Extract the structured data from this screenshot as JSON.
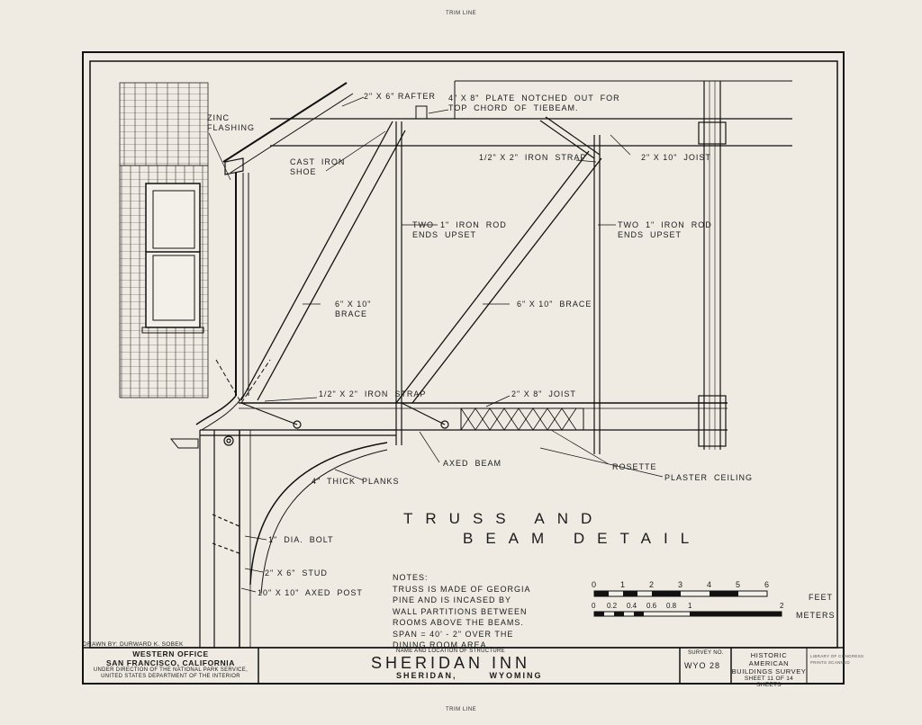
{
  "trim_line": "TRIM LINE",
  "drawing_title": {
    "line1": "TRUSS   AND",
    "line2": "BEAM   DETAIL"
  },
  "labels": {
    "rafter": "2\" X 6\" RAFTER",
    "plate": "4\" X 8\"  PLATE  NOTCHED  OUT  FOR\nTOP  CHORD  OF  TIEBEAM.",
    "zinc": "ZINC\nFLASHING",
    "shoe": "CAST  IRON\nSHOE",
    "strap_top": "1/2\" X 2\"  IRON  STRAP",
    "joist_top": "2\" X 10\"  JOIST",
    "rod_left": "TWO  1\"  IRON  ROD\nENDS  UPSET",
    "rod_right": "TWO  1\"  IRON  ROD\nENDS  UPSET",
    "brace_left": "6\" X 10\"\nBRACE",
    "brace_right": "6\" X 10\"  BRACE",
    "strap_bottom": "1/2\" X 2\"  IRON  STRAP",
    "joist_bottom": "2\" X 8\"  JOIST",
    "axed_beam": "AXED  BEAM",
    "rosette": "ROSETTE",
    "plaster": "PLASTER  CEILING",
    "planks": "4\"  THICK  PLANKS",
    "bolt": "1\"  DIA.  BOLT",
    "stud": "2\" X 6\"  STUD",
    "post": "10\" X 10\"  AXED  POST"
  },
  "notes": {
    "heading": "NOTES:",
    "lines": [
      "TRUSS  IS  MADE  OF  GEORGIA",
      "PINE  AND  IS  INCASED  BY",
      "WALL  PARTITIONS  BETWEEN",
      "ROOMS  ABOVE  THE  BEAMS.",
      "SPAN = 40' - 2\"  OVER  THE",
      "DINING  ROOM  AREA."
    ]
  },
  "scale": {
    "feet_ticks": [
      "0",
      "1",
      "2",
      "3",
      "4",
      "5",
      "6"
    ],
    "feet_unit": "FEET",
    "meter_ticks": [
      "0",
      "0.2",
      "0.4",
      "0.6",
      "0.8",
      "1",
      "2"
    ],
    "meter_unit": "METERS"
  },
  "title_block": {
    "drawn_by": "DRAWN BY:  DURWARD  K.  SOBEK",
    "office": "WESTERN  OFFICE",
    "city": "SAN FRANCISCO, CALIFORNIA",
    "under1": "UNDER DIRECTION OF THE NATIONAL PARK SERVICE,",
    "under2": "UNITED STATES DEPARTMENT OF THE INTERIOR",
    "name_caption": "NAME AND LOCATION OF STRUCTURE",
    "structure": "SHERIDAN   INN",
    "location": "SHERIDAN,        WYOMING",
    "survey_label": "SURVEY NO.",
    "survey_no": "WYO 28",
    "habs1": "HISTORIC AMERICAN",
    "habs2": "BUILDINGS SURVEY",
    "sheet": "SHEET  11  OF  14  SHEETS",
    "loc1": "LIBRARY OF CONGRESS",
    "loc2": "PRINTS SCANNED"
  },
  "colors": {
    "paper": "#efebe3",
    "ink": "#1b1b1b"
  }
}
